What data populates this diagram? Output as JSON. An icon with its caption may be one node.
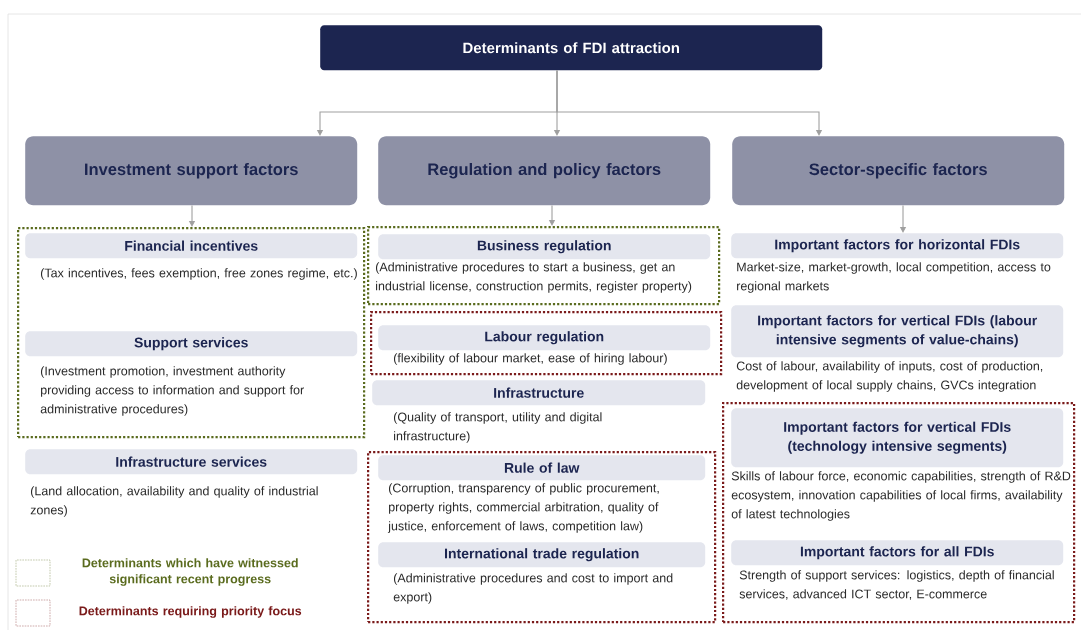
{
  "diagram": {
    "nodes": [
      {
        "text": [
          "Determinants of FDI attraction"
        ]
      },
      {
        "text": [
          "Investment support factors"
        ]
      },
      {
        "text": [
          "Regulation and policy factors"
        ]
      },
      {
        "text": [
          "Sector-specific factors"
        ]
      },
      {
        "text": [],
        "shape": "box"
      },
      {
        "text": [
          "Financial incentives"
        ],
        "in": 4,
        "beside": [
          "(Tax incentives, fees exemption, free zones regime, etc.)"
        ]
      },
      {
        "text": [
          "Support services"
        ],
        "in": 4,
        "beside": [
          "(Investment promotion, investment authority providing access to information and support for administrative procedures)"
        ]
      },
      {
        "text": [
          "Infrastructure services"
        ],
        "beside": [
          "(Land allocation, availability and quality of industrial zones)"
        ]
      },
      {
        "text": [],
        "shape": "box"
      },
      {
        "text": [
          "Business regulation"
        ],
        "in": 8,
        "beside": [
          "(Administrative procedures to start a business, get an industrial license, construction permits, register property)"
        ]
      },
      {
        "text": [],
        "shape": "box"
      },
      {
        "text": [
          "Labour regulation"
        ],
        "in": 10,
        "beside": [
          "(flexibility of labour market, ease of hiring labour)"
        ]
      },
      {
        "text": [
          "Infrastructure"
        ],
        "beside": [
          "(Quality of transport, utility and digital infrastructure)"
        ]
      },
      {
        "text": [],
        "shape": "box"
      },
      {
        "text": [
          "Rule of law"
        ],
        "in": 13,
        "beside": [
          "(Corruption, transparency of public procurement, property rights, commercial arbitration, quality of justice, enforcement of laws,  competition law)"
        ]
      },
      {
        "text": [
          "International trade regulation"
        ],
        "in": 13,
        "beside": [
          "(Administrative procedures and cost to import and export)"
        ]
      },
      {
        "text": [
          "Important factors for horizontal FDIs"
        ],
        "beside": [
          "Market-size, market-growth, local competition, access to regional markets"
        ]
      },
      {
        "text": [
          "Important factors for vertical FDIs (labour intensive segments of value-chains)"
        ],
        "beside": [
          "Cost of labour, availability of inputs, cost of production, development of local supply chains, GVCs integration"
        ]
      },
      {
        "text": [],
        "shape": "box"
      },
      {
        "text": [
          "Important factors for vertical FDIs (technology intensive segments)"
        ],
        "in": 18,
        "beside": [
          "Skills of labour force, economic capabilities, strength of R&D ecosystem, innovation capabilities of local firms, availability of latest technologies"
        ]
      },
      {
        "text": [
          "Important factors for all FDIs"
        ],
        "in": 18,
        "beside": [
          "Strength of support services: logistics, depth of financial services, advanced ICT sector, E-commerce"
        ]
      }
    ],
    "edges": [
      {
        "from": 0,
        "to": 1,
        "arrow": "to"
      },
      {
        "from": 0,
        "to": 2,
        "arrow": "to"
      },
      {
        "from": 0,
        "to": 3,
        "arrow": "to"
      },
      {
        "from": 1,
        "to": 4,
        "arrow": "to"
      },
      {
        "from": 2,
        "to": 8,
        "arrow": "to"
      },
      {
        "from": 3,
        "to": 16,
        "arrow": "to"
      }
    ],
    "legend": [
      {
        "text": "Determinants which have witnessed significant recent progress"
      },
      {
        "text": "Determinants requiring priority focus"
      }
    ]
  }
}
